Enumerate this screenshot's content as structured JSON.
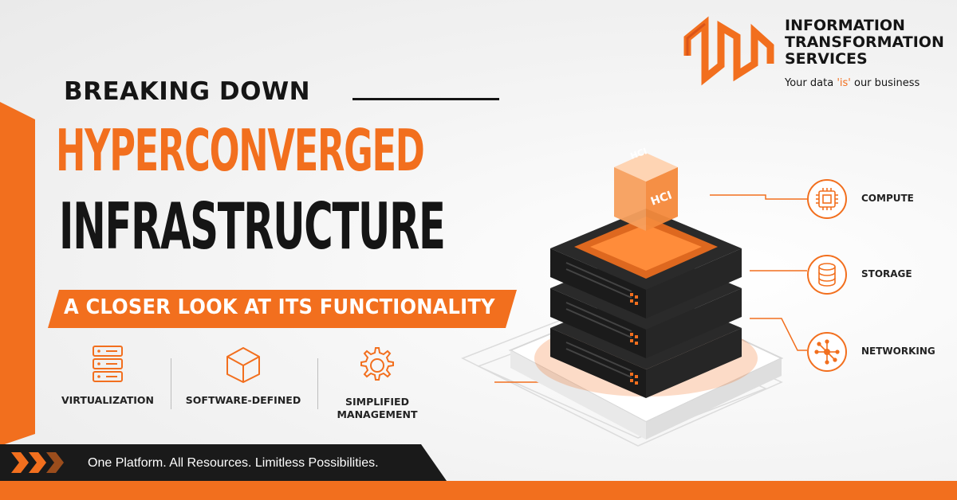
{
  "headline": {
    "prefix": "BREAKING DOWN",
    "main_orange": "HYPERCONVERGED",
    "main_black": "INFRASTRUCTURE",
    "banner": "A CLOSER LOOK AT ITS FUNCTIONALITY"
  },
  "features": [
    {
      "label": "VIRTUALIZATION",
      "icon": "server-rack-icon"
    },
    {
      "label": "SOFTWARE-DEFINED",
      "icon": "cube-icon"
    },
    {
      "label": "SIMPLIFIED MANAGEMENT",
      "icon": "gear-icon"
    }
  ],
  "footer": {
    "tagline": "One Platform. All Resources. Limitless Possibilities."
  },
  "brand": {
    "name": "INFORMATION TRANSFORMATION SERVICES",
    "slogan_prefix": "Your data ",
    "slogan_is": "'is'",
    "slogan_suffix": " our business"
  },
  "hci_labels": [
    "HCI",
    "HCI"
  ],
  "components": [
    {
      "label": "COMPUTE",
      "icon": "cpu-chip-icon"
    },
    {
      "label": "STORAGE",
      "icon": "database-icon"
    },
    {
      "label": "NETWORKING",
      "icon": "network-nodes-icon"
    }
  ],
  "colors": {
    "accent": "#f26f1e",
    "dark": "#151515",
    "background": "#f4f4f4"
  }
}
